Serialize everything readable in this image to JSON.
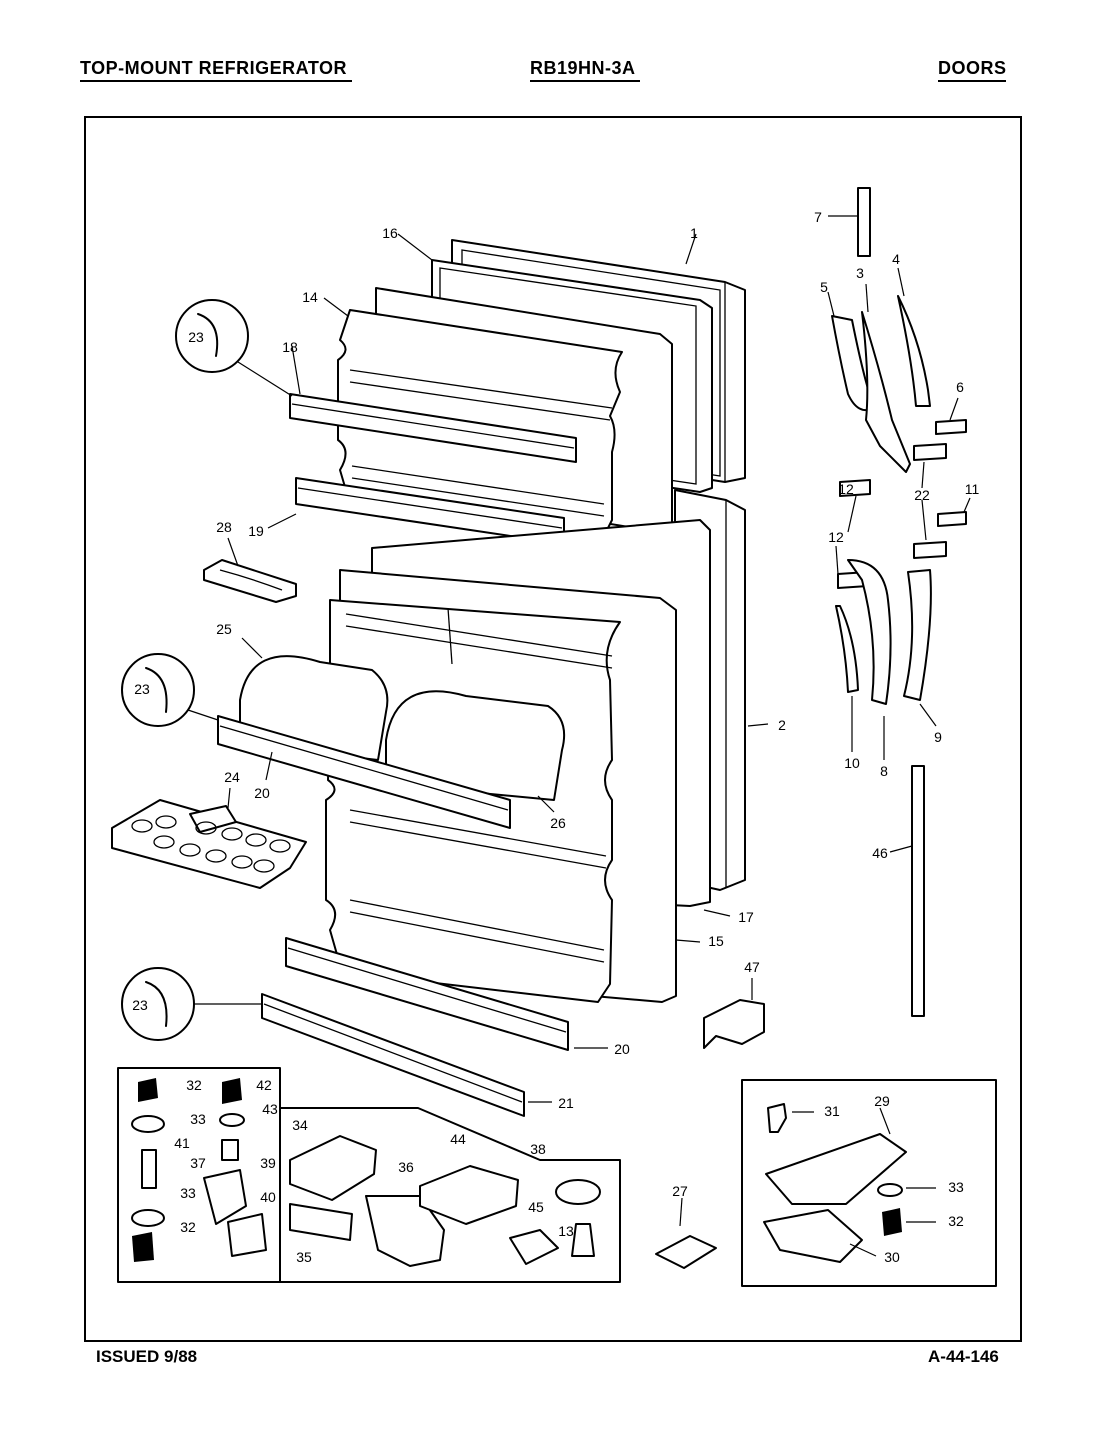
{
  "header": {
    "left": "TOP-MOUNT REFRIGERATOR",
    "model": "RB19HN-3A",
    "section": "DOORS"
  },
  "footer": {
    "issued": "ISSUED 9/88",
    "code": "A-44-146"
  },
  "labels": [
    "1",
    "2",
    "3",
    "4",
    "5",
    "6",
    "7",
    "8",
    "9",
    "10",
    "11",
    "12",
    "12",
    "13",
    "14",
    "15",
    "16",
    "17",
    "18",
    "19",
    "20",
    "20",
    "21",
    "22",
    "23",
    "23",
    "23",
    "24",
    "25",
    "26",
    "27",
    "28",
    "29",
    "30",
    "31",
    "32",
    "32",
    "32",
    "33",
    "33",
    "33",
    "34",
    "35",
    "36",
    "37",
    "38",
    "39",
    "40",
    "41",
    "42",
    "43",
    "44",
    "45",
    "46",
    "47"
  ]
}
